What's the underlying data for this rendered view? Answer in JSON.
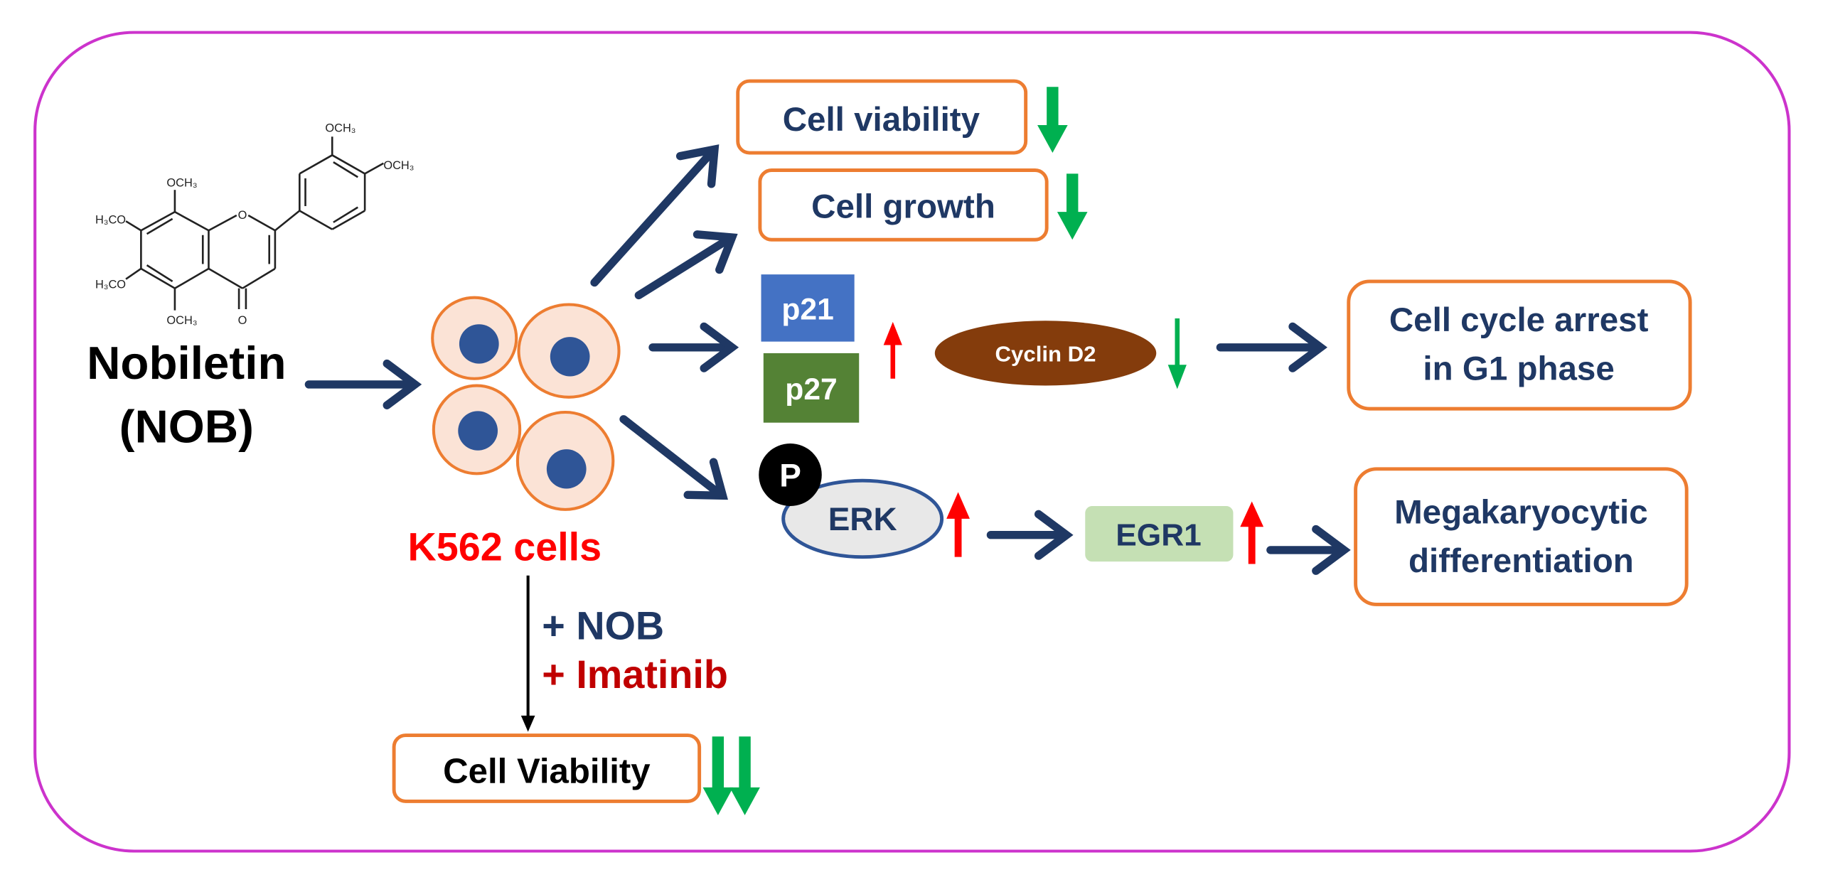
{
  "compound": {
    "name": "Nobiletin",
    "abbreviation": "(NOB)",
    "structure_labels": {
      "b_ring_top": "OCH₃",
      "b_ring_right": "OCH₃",
      "a_ring_top": "OCH₃",
      "a_ring_upper_left": "H₃CO",
      "a_ring_lower_left": "H₃CO",
      "a_ring_bottom": "OCH₃",
      "ring_oxygen": "O",
      "carbonyl_oxygen": "O"
    }
  },
  "cells": {
    "label": "K562 cells"
  },
  "combination": {
    "drug1": "+ NOB",
    "drug2": "+ Imatinib",
    "outcome": "Cell Viability"
  },
  "effects": {
    "viability": "Cell viability",
    "growth": "Cell growth",
    "p21": "p21",
    "p27": "p27",
    "cyclin": "Cyclin D2",
    "cell_cycle": [
      "Cell cycle arrest",
      "in G1 phase"
    ],
    "phospho": "P",
    "erk": "ERK",
    "egr1": "EGR1",
    "differentiation": [
      "Megakaryocytic",
      "differentiation"
    ]
  },
  "colors": {
    "navy": "#1F3864",
    "orange": "#ED7D31",
    "green": "#00B050",
    "red": "#FF0000",
    "darkred": "#C00000",
    "border": "#CC33CC",
    "cellfill": "#FBE3D6",
    "nucleus": "#2F5597",
    "p21": "#4472C4",
    "p27": "#548235",
    "cyclin": "#843C0C",
    "egr1": "#C5E0B4",
    "erkfill": "#E8E8E8"
  }
}
